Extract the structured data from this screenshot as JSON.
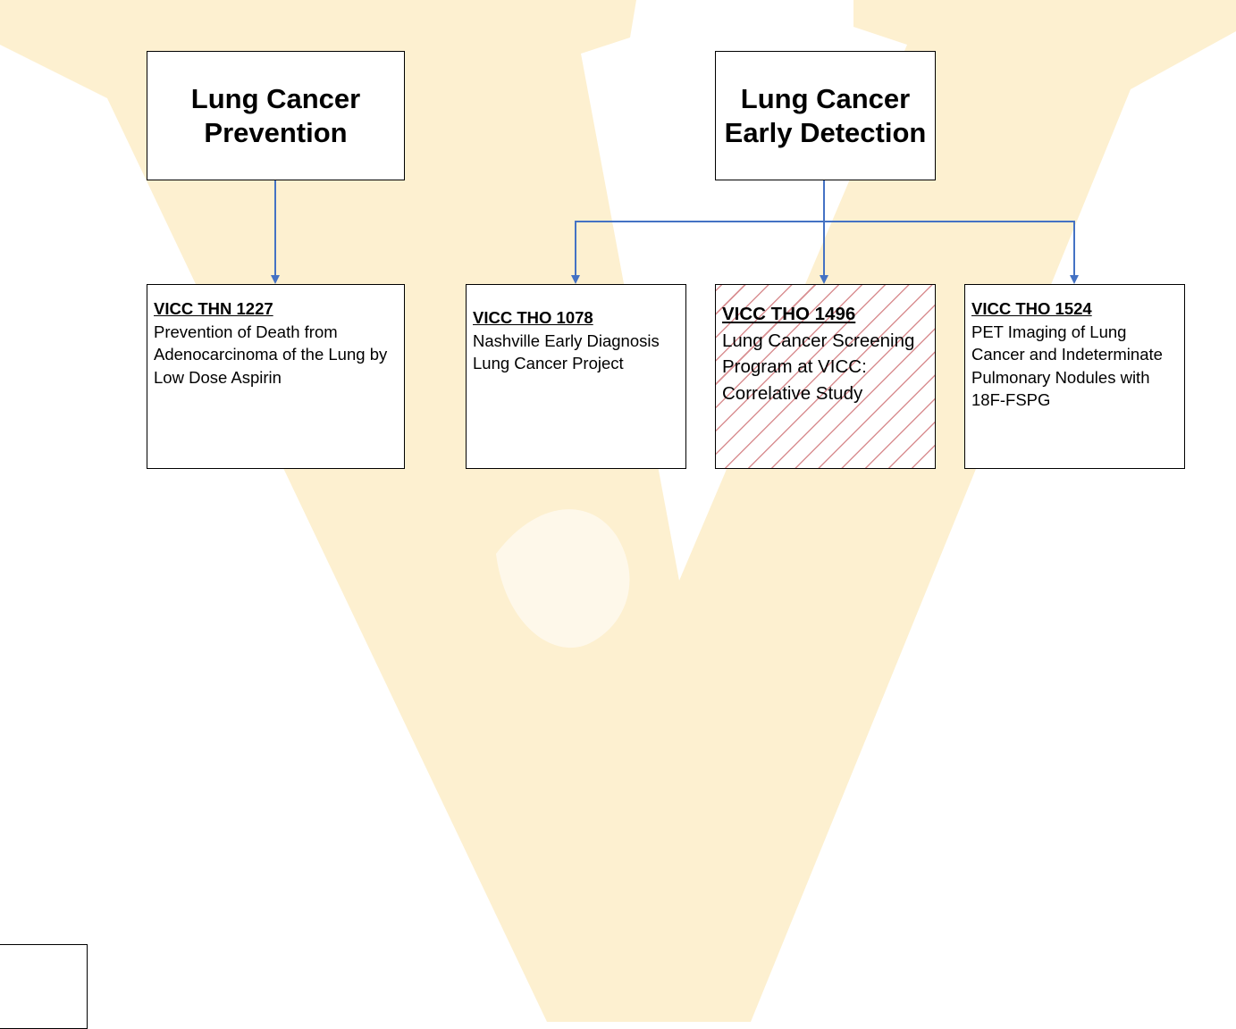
{
  "colors": {
    "connector": "#4472c4",
    "logo": "#fdf0d0",
    "hatch": "#d98f92"
  },
  "prevention": {
    "title_line1": "Lung Cancer",
    "title_line2": "Prevention"
  },
  "detection": {
    "title_line1": "Lung Cancer",
    "title_line2": "Early Detection"
  },
  "studies": [
    {
      "code": "VICC THN 1227",
      "description": "Prevention of Death from Adenocarcinoma of the Lung by Low Dose Aspirin"
    },
    {
      "code": "VICC THO 1078",
      "description": "Nashville Early Diagnosis Lung Cancer Project"
    },
    {
      "code": "VICC THO 1496",
      "description": "Lung Cancer Screening Program at VICC: Correlative Study"
    },
    {
      "code": "VICC THO 1524",
      "description": "PET Imaging of Lung Cancer and Indeterminate Pulmonary Nodules with 18F-FSPG"
    }
  ]
}
